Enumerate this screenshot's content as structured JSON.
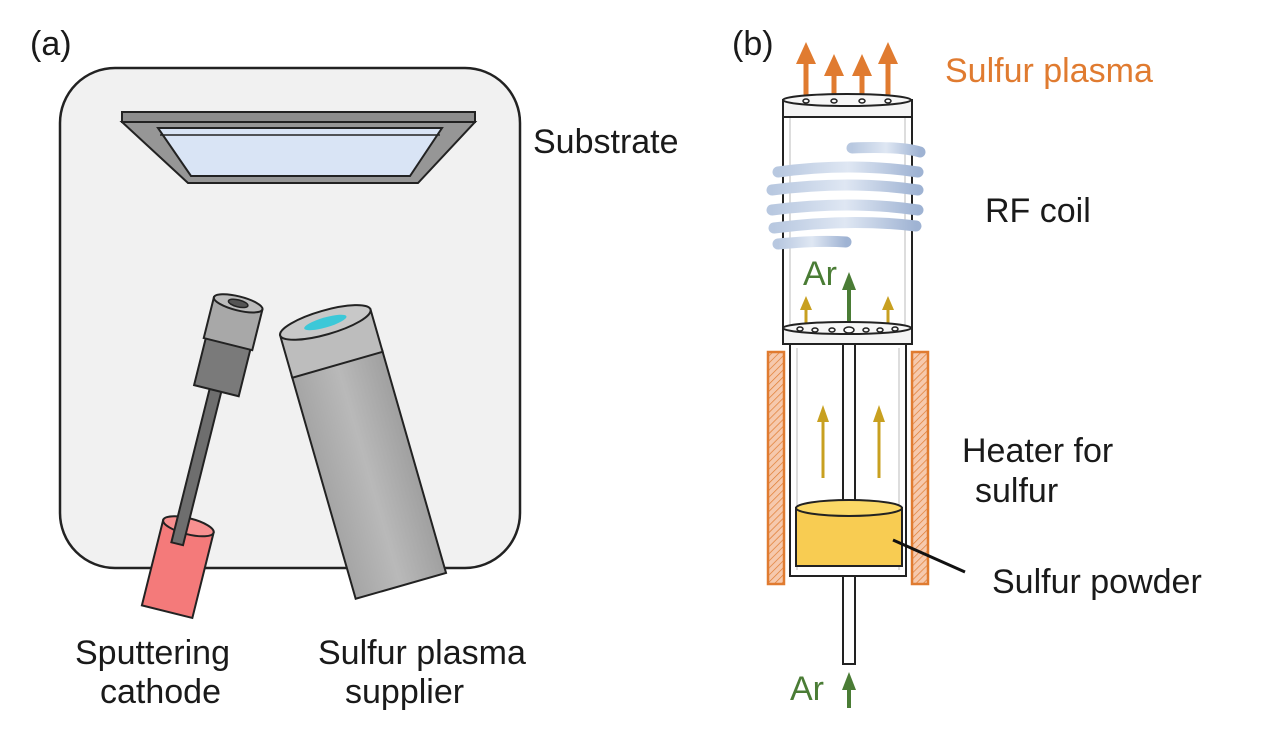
{
  "panel_a": {
    "tag": "(a)",
    "labels": {
      "substrate": "Substrate",
      "sputtering_line1": "Sputtering",
      "sputtering_line2": "cathode",
      "supplier_line1": "Sulfur plasma",
      "supplier_line2": "supplier"
    }
  },
  "panel_b": {
    "tag": "(b)",
    "labels": {
      "sulfur_plasma": "Sulfur plasma",
      "rf_coil": "RF coil",
      "ar_top": "Ar",
      "heater_line1": "Heater for",
      "heater_line2": "sulfur",
      "sulfur_powder": "Sulfur powder",
      "ar_bottom": "Ar"
    }
  },
  "colors": {
    "plasma_orange": "#e07b30",
    "argon_green": "#4a7c35",
    "vapor_gold": "#c8a020",
    "heater_orange": "#e07b30",
    "powder_yellow": "#f5c842",
    "cathode_pink": "#f07575",
    "coil_blue": "#a8bcd8",
    "glow_cyan": "#3cc8d8"
  }
}
